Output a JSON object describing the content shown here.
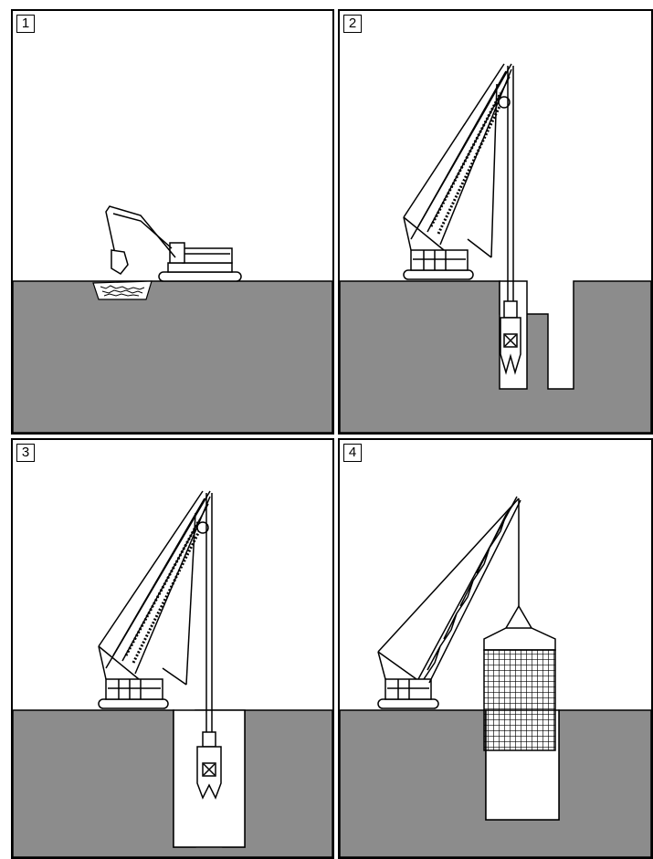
{
  "panels": [
    {
      "label": "1",
      "scene": "excavator"
    },
    {
      "label": "2",
      "scene": "crane-grab-adjacent-trench"
    },
    {
      "label": "3",
      "scene": "crane-grab-in-trench"
    },
    {
      "label": "4",
      "scene": "crane-rebar-cage"
    }
  ],
  "colors": {
    "ground": "#8c8c8c",
    "line": "#000000",
    "background": "#ffffff"
  }
}
